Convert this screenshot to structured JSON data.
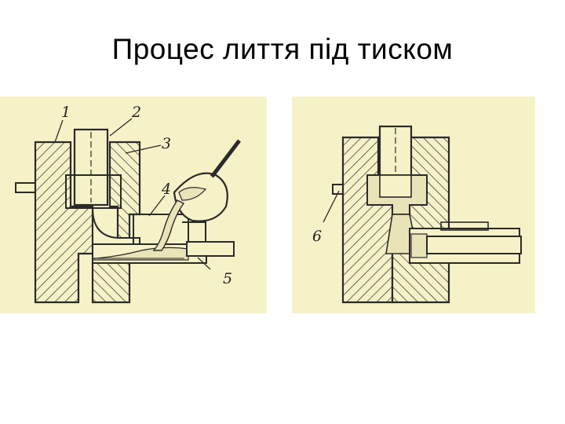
{
  "slide": {
    "title": "Процес лиття під тиском",
    "background_color": "#ffffff",
    "figure_color": "#f6f2c8",
    "ink_color": "#2a2a2a",
    "metal_fill_color": "#e9e3b8"
  },
  "figures": {
    "left": {
      "labels": [
        "1",
        "2",
        "3",
        "4",
        "5"
      ]
    },
    "right": {
      "labels": [
        "6"
      ]
    }
  }
}
